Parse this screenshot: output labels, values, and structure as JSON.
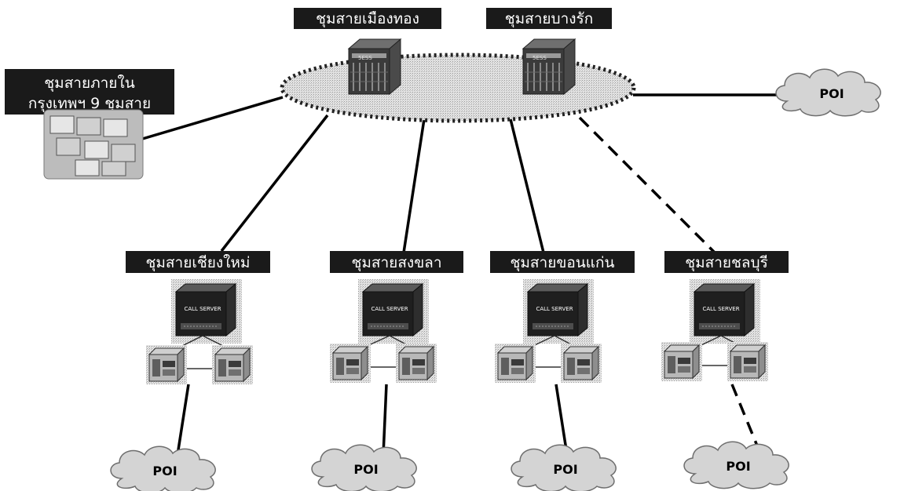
{
  "diagram": {
    "core_labels": {
      "mueang_thong": "ชุมสายเมืองทอง",
      "bang_rak": "ชุมสายบางรัก"
    },
    "bangkok_label": {
      "line1": "ชุมสายภายใน",
      "line2": "กรุงเทพฯ 9 ชุมสาย"
    },
    "regional_labels": {
      "chiang_mai": "ชุมสายเชียงใหม่",
      "songkhla": "ชุมสายสงขลา",
      "khon_kaen": "ชุมสายขอนแก่น",
      "chonburi": "ชุมสายชลบุรี"
    },
    "poi_label": "POI",
    "call_server_label": "CALL SERVER",
    "colors": {
      "label_background": "#1a1a1a",
      "label_text": "#ffffff",
      "cloud_fill": "#d4d4d4",
      "ring_fill": "#d9d9d9"
    }
  }
}
